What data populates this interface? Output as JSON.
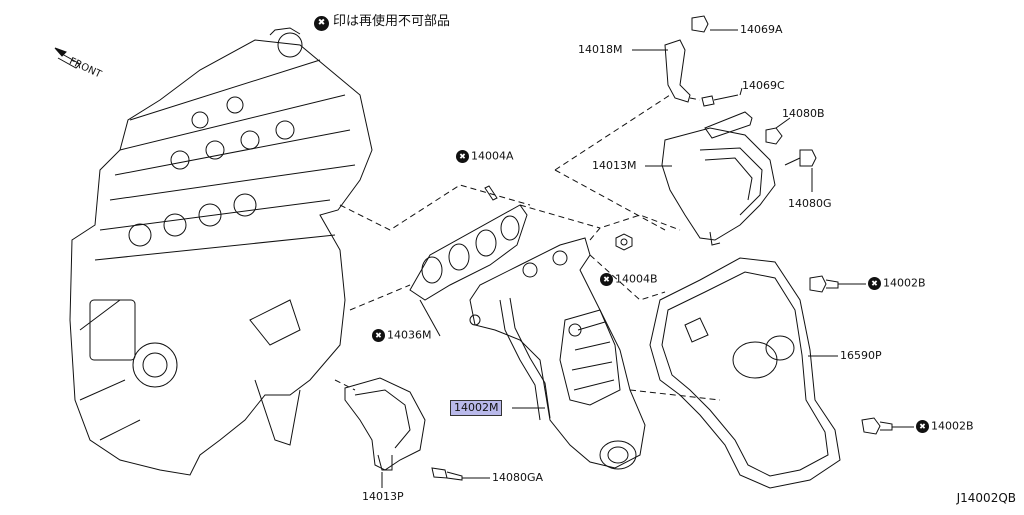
{
  "diagram": {
    "note": "印は再使用不可部品",
    "direction_label": "FRONT",
    "drawing_code": "J14002QB",
    "parts": {
      "p14069A": "14069A",
      "p14018M": "14018M",
      "p14069C": "14069C",
      "p14080B": "14080B",
      "p14013M": "14013M",
      "p14080G": "14080G",
      "p14004A": "14004A",
      "p14004B": "14004B",
      "p14002B_top": "14002B",
      "p14036M": "14036M",
      "p16590P": "16590P",
      "p14002M": "14002M",
      "p14002B_bottom": "14002B",
      "p14080GA": "14080GA",
      "p14013P": "14013P"
    },
    "colors": {
      "line": "#111111",
      "highlight": "#b9b9ea"
    }
  }
}
